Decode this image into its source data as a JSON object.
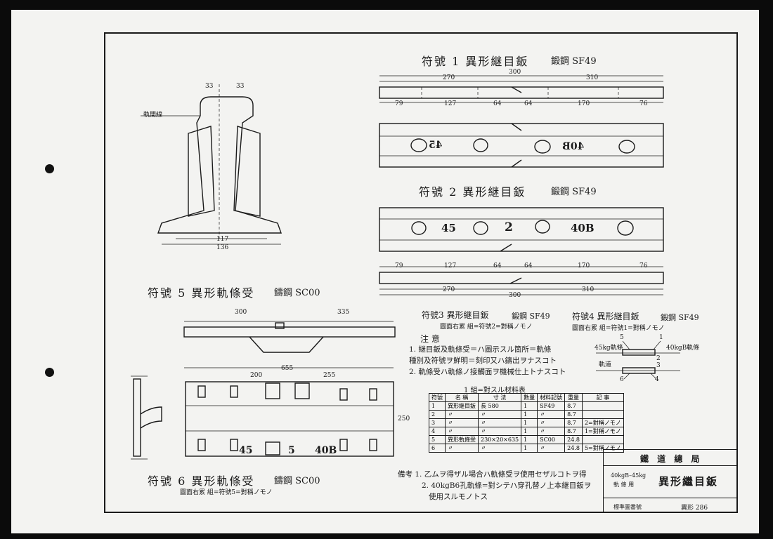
{
  "titles": {
    "f1": "符號 1  異形継目鈑",
    "f1_mat": "鍛鋼 SF49",
    "f2": "符號 2  異形継目鈑",
    "f2_mat": "鍛鋼 SF49",
    "f3": "符號3  異形継目鈑",
    "f3_mat": "鍛鋼 SF49",
    "f3_sub": "圖面右累 組=符號2=對稱ノモノ",
    "f4": "符號4  異形継目鈑",
    "f4_mat": "鍛鋼 SF49",
    "f4_sub": "圖面右累 組=符號1=對稱ノモノ",
    "f5": "符號 5  異形軌條受",
    "f5_mat": "鑄鋼 SC00",
    "f6": "符號 6  異形軌條受",
    "f6_mat": "鑄鋼 SC00",
    "f6_sub": "圖面右累 組=符號5=對稱ノモノ"
  },
  "plate_marks": {
    "p1_left": "45",
    "p1_right": "40B",
    "p2_left": "45",
    "p2_mid": "2",
    "p2_right": "40B",
    "base_left": "45",
    "base_mid": "5",
    "base_right": "40B"
  },
  "dims": {
    "top_total": "300",
    "top_a": "270",
    "top_b": "310",
    "seg": [
      "79",
      "127",
      "64",
      "64",
      "170",
      "76"
    ],
    "bot_a": "270",
    "bot_b": "310",
    "bot_total": "300",
    "base_300": "300",
    "base_335": "335",
    "base_655": "655",
    "base_200": "200",
    "base_255": "255",
    "base_250": "250",
    "sec_117": "117",
    "sec_136": "136",
    "sec_33a": "33",
    "sec_33b": "33",
    "sec_label": "軌間線"
  },
  "notes": {
    "head": "注 意",
    "n1a": "1. 継目鈑及軌條受＝ハ圖示スル箇所＝軌條",
    "n1b": "    種別及符號ヲ鮮明＝刻印又ハ鑄出ヲナスコト",
    "n2": "2. 軌條受ハ軌條ノ接觸面ヲ機械仕上トナスコト"
  },
  "diagram4": {
    "l5": "5",
    "l1": "1",
    "l2": "2",
    "l3": "3",
    "l6": "6",
    "l4": "4",
    "rail45": "45kg軌條",
    "rail40": "40kgB軌條",
    "axis": "軌道"
  },
  "materials": {
    "caption": "1 組=對スル材料表",
    "headers": [
      "符號",
      "名 稱",
      "寸 法",
      "數量",
      "材料記號",
      "重量",
      "記 事"
    ],
    "rows": [
      [
        "1",
        "異形継目鈑",
        "長 580",
        "1",
        "SF49",
        "8.7",
        ""
      ],
      [
        "2",
        "〃",
        "〃",
        "1",
        "〃",
        "8.7",
        ""
      ],
      [
        "3",
        "〃",
        "〃",
        "1",
        "〃",
        "8.7",
        "2=對稱ノモノ"
      ],
      [
        "4",
        "〃",
        "〃",
        "1",
        "〃",
        "8.7",
        "1=對稱ノモノ"
      ],
      [
        "5",
        "異形軌條受",
        "230×20×635",
        "1",
        "SC00",
        "24.8",
        ""
      ],
      [
        "6",
        "〃",
        "〃",
        "1",
        "〃",
        "24.8",
        "5=對稱ノモノ"
      ]
    ]
  },
  "remarks": {
    "r1": "備考 1. 乙ムヲ得ザル場合ハ軌條受ヲ使用セザルコトヲ得",
    "r2": "2. 40kgB6孔軌條=對シテハ穿孔替ノ上本継目鈑ヲ",
    "r3": "使用スルモノトス"
  },
  "titleblock": {
    "org": "鐵 道 總 局",
    "spec1": "40kgB–45kg",
    "spec2": "軌 條 用",
    "name": "異形繼目鈑",
    "std": "標準圖番號",
    "num": "異形 286"
  }
}
